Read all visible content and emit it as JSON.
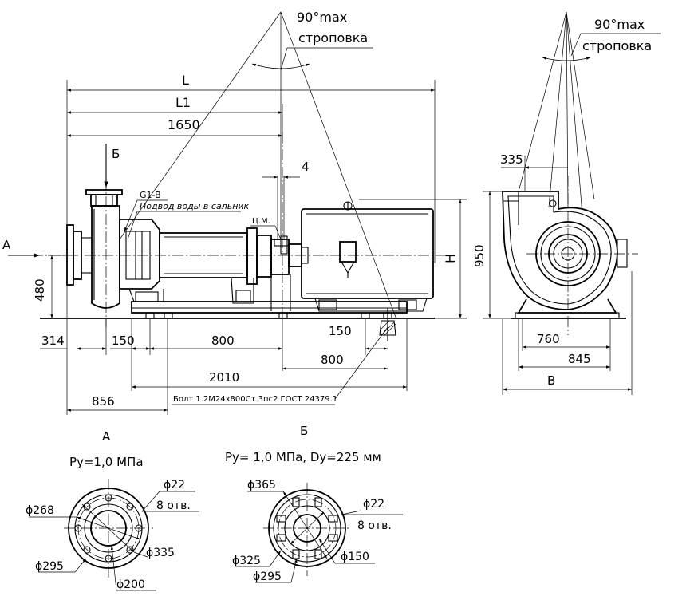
{
  "side_view": {
    "sling_angle": "90°max",
    "sling_word": "строповка",
    "dim_L": "L",
    "dim_L1": "L1",
    "dim_1650": "1650",
    "dim_4": "4",
    "view_b": "Б",
    "g1_label": "G1-B",
    "water_note": "Подвод воды в сальник",
    "cm_label": "Ц.М.",
    "view_a": "A",
    "dim_480": "480",
    "dim_H": "H",
    "dim_314": "314",
    "dim_150_left": "150",
    "dim_800_left": "800",
    "dim_150_right": "150",
    "dim_800_right": "800",
    "dim_2010": "2010",
    "dim_856": "856",
    "bolt_note": "Болт 1.2М24х800Ст.3пс2 ГОСТ 24379.1"
  },
  "end_view": {
    "sling_angle": "90°max",
    "sling_word": "строповка",
    "dim_335": "335",
    "dim_950": "950",
    "dim_760": "760",
    "dim_845": "845",
    "dim_B": "B"
  },
  "flange_a": {
    "title": "A",
    "pressure": "Ру=1,0 МПа",
    "d22": "ϕ22",
    "holes": "8 отв.",
    "d268": "ϕ268",
    "d335": "ϕ335",
    "d295": "ϕ295",
    "d200": "ϕ200"
  },
  "flange_b": {
    "title": "Б",
    "pressure": "Ру= 1,0 МПа, Dу=225 мм",
    "d365": "ϕ365",
    "d22": "ϕ22",
    "holes": "8 отв.",
    "d325": "ϕ325",
    "d150": "ϕ150",
    "d295": "ϕ295"
  }
}
